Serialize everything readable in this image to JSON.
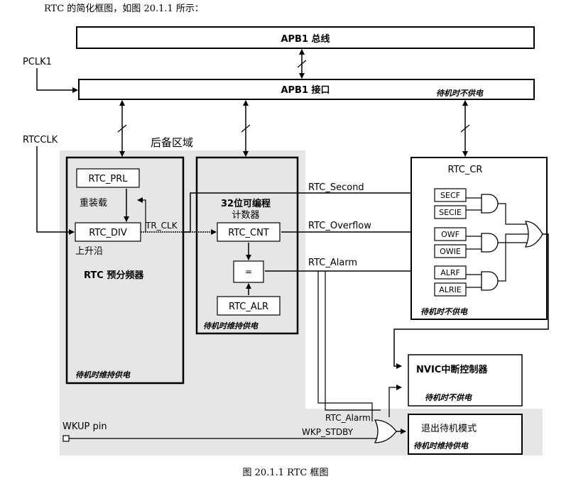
{
  "intro_text": "RTC 的简化框图，如图 20.1.1 所示：",
  "caption": "图 20.1.1 RTC 框图",
  "signals": {
    "pclk1": "PCLK1",
    "rtcclk": "RTCCLK",
    "tr_clk": "TR_CLK",
    "rtc_second": "RTC_Second",
    "rtc_overflow": "RTC_Overflow",
    "rtc_alarm": "RTC_Alarm",
    "rtc_alarm_low": "RTC_Alarm",
    "wkp_stdby": "WKP_STDBY",
    "wkup_pin": "WKUP pin"
  },
  "blocks": {
    "apb1_bus": "APB1 总线",
    "apb1_interface": "APB1 接口",
    "backup_domain": "后备区域",
    "rtc_prl": "RTC_PRL",
    "reload": "重装载",
    "rtc_div": "RTC_DIV",
    "rising_edge": "上升沿",
    "prescaler": "RTC 预分频器",
    "counter_title_1": "32位可编程",
    "counter_title_2": "计数器",
    "rtc_cnt": "RTC_CNT",
    "comparator": "=",
    "rtc_alr": "RTC_ALR",
    "rtc_cr": "RTC_CR",
    "secf": "SECF",
    "secie": "SECIE",
    "owf": "OWF",
    "owie": "OWIE",
    "alrf": "ALRF",
    "alrie": "ALRIE",
    "nvic": "NVIC中断控制器",
    "exit_standby": "退出待机模式"
  },
  "notes": {
    "standby_unpowered": "待机时不供电",
    "standby_powered": "待机时维持供电"
  }
}
